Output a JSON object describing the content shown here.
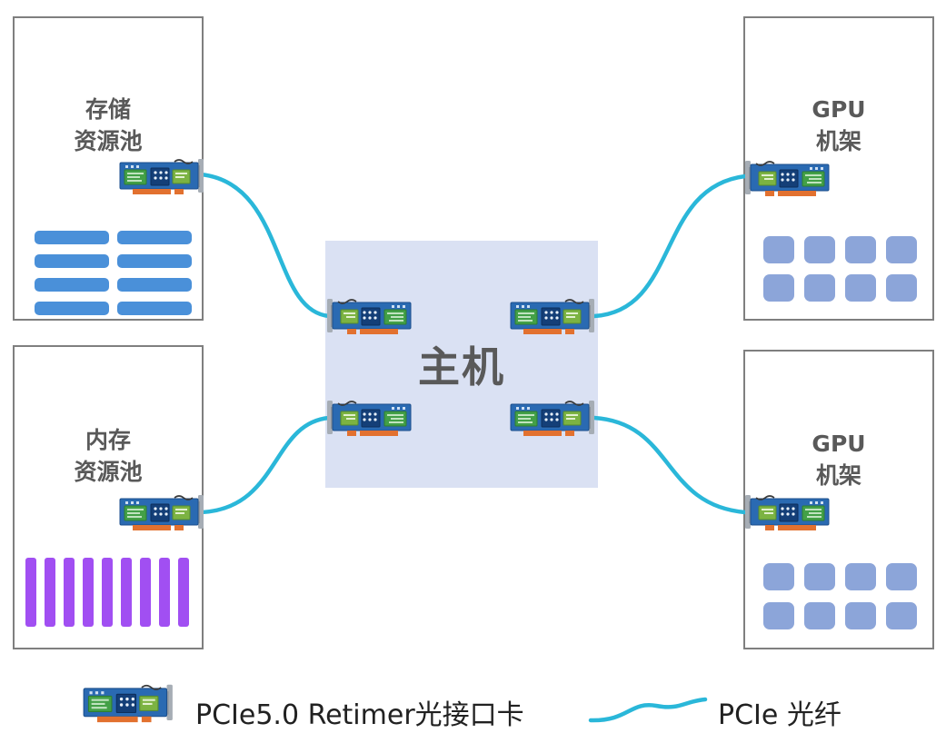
{
  "nodes": {
    "storage": {
      "label": "存储\n资源池"
    },
    "memory": {
      "label": "内存\n资源池"
    },
    "gpu_top": {
      "label": "GPU\n机架"
    },
    "gpu_bottom": {
      "label": "GPU\n机架"
    },
    "host": {
      "label": "主机"
    }
  },
  "legend": {
    "retimer_card_label": "PCIe5.0 Retimer光接口卡",
    "fiber_label": "PCIe 光纤"
  },
  "counts": {
    "storage_bars": 8,
    "memory_bars": 9,
    "gpu_top_cells": 8,
    "gpu_bottom_cells": 8,
    "host_retimer_cards": 4
  },
  "colors": {
    "fiber": "#2ab7d9",
    "host_fill": "#dae1f3",
    "box_border": "#7f7f7f",
    "node_label_text": "#595959",
    "storage_bar": "#4a90d9",
    "memory_bar": "#a14ff2",
    "gpu_cell": "#8ca5d9",
    "card_body": "#2a6ab2",
    "card_connector": "#e2712f",
    "legend_text": "#212121"
  }
}
